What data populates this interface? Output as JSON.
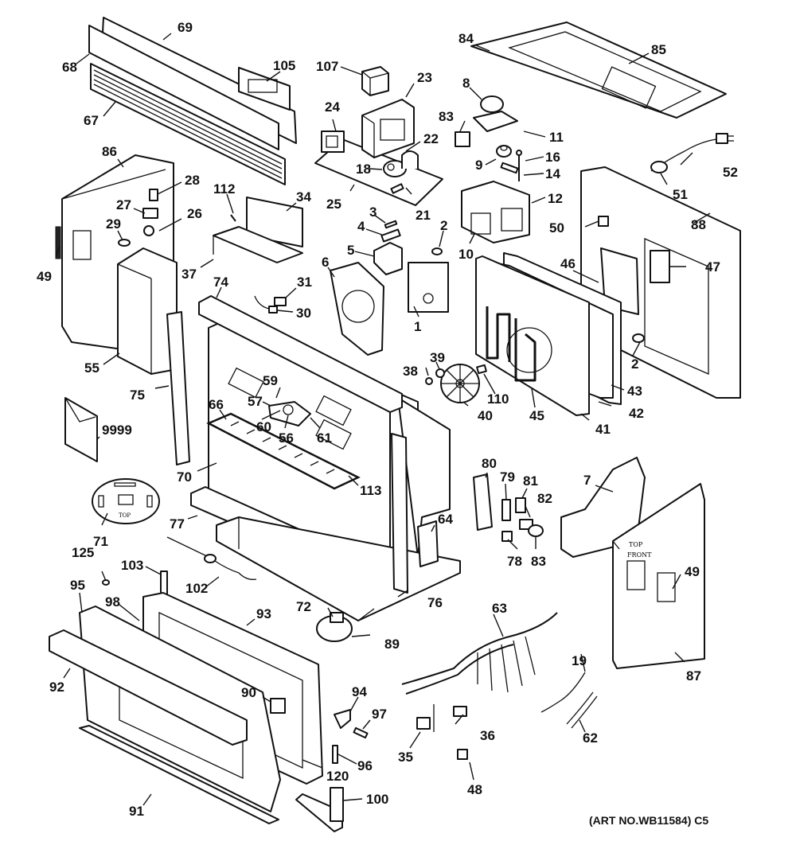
{
  "diagram": {
    "title": "Oven exploded parts diagram",
    "art_number": "(ART NO.WB11584) C5",
    "callouts": [
      {
        "id": "69",
        "label": "69"
      },
      {
        "id": "68",
        "label": "68"
      },
      {
        "id": "105",
        "label": "105"
      },
      {
        "id": "67",
        "label": "67"
      },
      {
        "id": "107",
        "label": "107"
      },
      {
        "id": "23",
        "label": "23"
      },
      {
        "id": "24",
        "label": "24"
      },
      {
        "id": "22",
        "label": "22"
      },
      {
        "id": "18",
        "label": "18"
      },
      {
        "id": "25",
        "label": "25"
      },
      {
        "id": "21",
        "label": "21"
      },
      {
        "id": "84",
        "label": "84"
      },
      {
        "id": "85",
        "label": "85"
      },
      {
        "id": "8",
        "label": "8"
      },
      {
        "id": "83a",
        "label": "83"
      },
      {
        "id": "11",
        "label": "11"
      },
      {
        "id": "9",
        "label": "9"
      },
      {
        "id": "16",
        "label": "16"
      },
      {
        "id": "14",
        "label": "14"
      },
      {
        "id": "52",
        "label": "52"
      },
      {
        "id": "51",
        "label": "51"
      },
      {
        "id": "12",
        "label": "12"
      },
      {
        "id": "86",
        "label": "86"
      },
      {
        "id": "28",
        "label": "28"
      },
      {
        "id": "27",
        "label": "27"
      },
      {
        "id": "26",
        "label": "26"
      },
      {
        "id": "29",
        "label": "29"
      },
      {
        "id": "49a",
        "label": "49"
      },
      {
        "id": "112",
        "label": "112"
      },
      {
        "id": "34",
        "label": "34"
      },
      {
        "id": "37",
        "label": "37"
      },
      {
        "id": "3",
        "label": "3"
      },
      {
        "id": "4",
        "label": "4"
      },
      {
        "id": "5",
        "label": "5"
      },
      {
        "id": "2a",
        "label": "2"
      },
      {
        "id": "10",
        "label": "10"
      },
      {
        "id": "88",
        "label": "88"
      },
      {
        "id": "50",
        "label": "50"
      },
      {
        "id": "6",
        "label": "6"
      },
      {
        "id": "46",
        "label": "46"
      },
      {
        "id": "47",
        "label": "47"
      },
      {
        "id": "74",
        "label": "74"
      },
      {
        "id": "31",
        "label": "31"
      },
      {
        "id": "30",
        "label": "30"
      },
      {
        "id": "1",
        "label": "1"
      },
      {
        "id": "55",
        "label": "55"
      },
      {
        "id": "2b",
        "label": "2"
      },
      {
        "id": "75",
        "label": "75"
      },
      {
        "id": "59",
        "label": "59"
      },
      {
        "id": "39",
        "label": "39"
      },
      {
        "id": "38",
        "label": "38"
      },
      {
        "id": "43",
        "label": "43"
      },
      {
        "id": "57",
        "label": "57"
      },
      {
        "id": "66",
        "label": "66"
      },
      {
        "id": "60",
        "label": "60"
      },
      {
        "id": "56",
        "label": "56"
      },
      {
        "id": "61",
        "label": "61"
      },
      {
        "id": "40",
        "label": "40"
      },
      {
        "id": "110",
        "label": "110"
      },
      {
        "id": "45",
        "label": "45"
      },
      {
        "id": "42",
        "label": "42"
      },
      {
        "id": "41",
        "label": "41"
      },
      {
        "id": "9999",
        "label": "9999"
      },
      {
        "id": "70",
        "label": "70"
      },
      {
        "id": "113",
        "label": "113"
      },
      {
        "id": "80",
        "label": "80"
      },
      {
        "id": "79",
        "label": "79"
      },
      {
        "id": "81",
        "label": "81"
      },
      {
        "id": "7",
        "label": "7"
      },
      {
        "id": "82",
        "label": "82"
      },
      {
        "id": "71",
        "label": "71"
      },
      {
        "id": "77",
        "label": "77"
      },
      {
        "id": "64",
        "label": "64"
      },
      {
        "id": "78",
        "label": "78"
      },
      {
        "id": "83b",
        "label": "83"
      },
      {
        "id": "49b",
        "label": "49"
      },
      {
        "id": "125",
        "label": "125"
      },
      {
        "id": "103",
        "label": "103"
      },
      {
        "id": "102",
        "label": "102"
      },
      {
        "id": "76",
        "label": "76"
      },
      {
        "id": "95",
        "label": "95"
      },
      {
        "id": "98",
        "label": "98"
      },
      {
        "id": "72",
        "label": "72"
      },
      {
        "id": "63",
        "label": "63"
      },
      {
        "id": "93",
        "label": "93"
      },
      {
        "id": "89",
        "label": "89"
      },
      {
        "id": "92",
        "label": "92"
      },
      {
        "id": "19",
        "label": "19"
      },
      {
        "id": "87",
        "label": "87"
      },
      {
        "id": "90",
        "label": "90"
      },
      {
        "id": "94",
        "label": "94"
      },
      {
        "id": "97",
        "label": "97"
      },
      {
        "id": "36",
        "label": "36"
      },
      {
        "id": "62",
        "label": "62"
      },
      {
        "id": "35",
        "label": "35"
      },
      {
        "id": "96",
        "label": "96"
      },
      {
        "id": "120",
        "label": "120"
      },
      {
        "id": "48",
        "label": "48"
      },
      {
        "id": "91",
        "label": "91"
      },
      {
        "id": "100",
        "label": "100"
      }
    ],
    "part_texts": {
      "nameplate_text": "TOP",
      "side_panel_text_1": "TOP",
      "side_panel_text_2": "FRONT"
    }
  }
}
